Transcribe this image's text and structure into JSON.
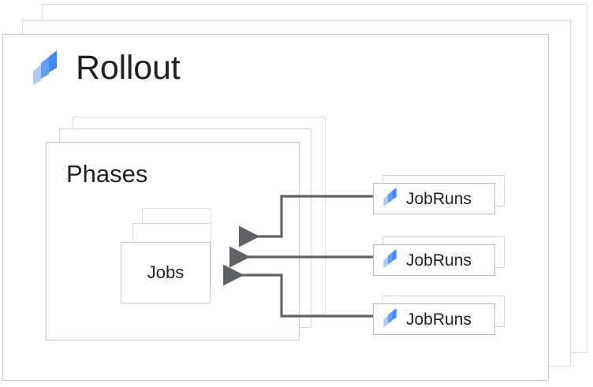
{
  "diagram": {
    "title": "Rollout",
    "logo_icon": "google-cloud-deploy-icon",
    "phases": {
      "title": "Phases",
      "stack_count": 3
    },
    "jobs": {
      "title": "Jobs",
      "stack_count": 3
    },
    "jobruns": [
      {
        "label": "JobRuns",
        "icon": "google-cloud-deploy-icon"
      },
      {
        "label": "JobRuns",
        "icon": "google-cloud-deploy-icon"
      },
      {
        "label": "JobRuns",
        "icon": "google-cloud-deploy-icon"
      }
    ],
    "connectors": [
      {
        "from": "jobruns-1",
        "to": "jobs",
        "arrow": "left"
      },
      {
        "from": "jobruns-2",
        "to": "jobs",
        "arrow": "left"
      },
      {
        "from": "jobruns-3",
        "to": "jobs",
        "arrow": "left"
      }
    ],
    "colors": {
      "logo_light": "#AECBFA",
      "logo_mid": "#669DF6",
      "logo_dark": "#4285F4",
      "card_border": "#c6c6c6",
      "connector": "#5f6368",
      "text": "#212121",
      "background": "#ffffff"
    }
  }
}
